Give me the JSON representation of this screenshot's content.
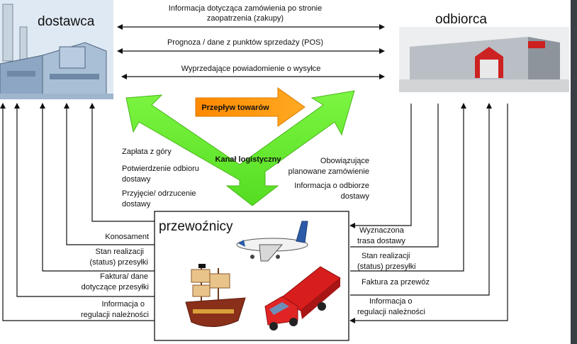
{
  "nodes": {
    "supplier": "dostawca",
    "customer": "odbiorca",
    "carriers": "przewoźnicy"
  },
  "top_flows": {
    "order_info_line1": "Informacja dotycząca zamówienia po stronie",
    "order_info_line2": "zaopatrzenia (zakupy)",
    "forecast": "Prognoza / dane z punktów sprzedaży (POS)",
    "shipping_notice": "Wyprzedające powiadomienie o wysyłce"
  },
  "center": {
    "goods_flow": "Przepływ towarów",
    "logistics_channel": "Kanał logistyczny"
  },
  "middle_left": {
    "l1": "Zapłata z góry",
    "l2a": "Potwierdzenie odbioru",
    "l2b": "dostawy",
    "l3a": "Przyjęcie/ odrzucenie",
    "l3b": "dostawy"
  },
  "middle_right": {
    "r1a": "Obowiązujące",
    "r1b": "planowane zamówienie",
    "r2a": "Informacja o odbiorze",
    "r2b": "dostawy"
  },
  "left_flows": {
    "bill_of_lading": "Konosament",
    "status_a": "Stan realizacji",
    "status_b": "(status) przesyłki",
    "invoice_a": "Faktura/ dane",
    "invoice_b": "dotyczące przesyłki",
    "settlement_a": "Informacja o",
    "settlement_b": "regulacji należności"
  },
  "right_flows": {
    "route_a": "Wyznaczona",
    "route_b": "trasa dostawy",
    "status_a": "Stan realizacji",
    "status_b": "(status) przesyłki",
    "transport_invoice": "Faktura za przewóz",
    "settlement_a": "Informacja o",
    "settlement_b": "regulacji należności"
  },
  "colors": {
    "green_arrow": "#66ee33",
    "orange_arrow": "#ff9900",
    "line": "#111111"
  },
  "icons": [
    "factory-icon",
    "warehouse-icon",
    "airplane-icon",
    "pirate-ship-icon",
    "truck-icon"
  ]
}
